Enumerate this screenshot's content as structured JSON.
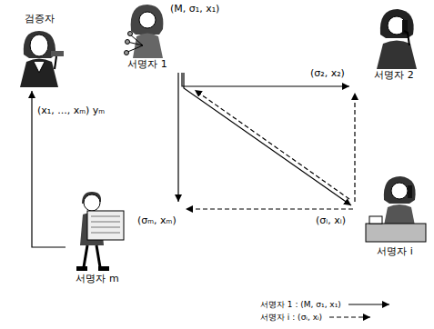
{
  "diagram": {
    "nodes": [
      {
        "text": [
          "검증자"
        ]
      },
      {
        "text": [
          "서명자 1"
        ]
      },
      {
        "text": [
          "서명자 2"
        ]
      },
      {
        "text": [
          "서명자 m"
        ]
      },
      {
        "text": [
          "서명자 i"
        ]
      }
    ],
    "edges": [
      {
        "from": 1,
        "to": 2,
        "arrow": "to"
      },
      {
        "from": 1,
        "to": 4,
        "arrow": "to"
      },
      {
        "from": 4,
        "to": 1,
        "arrow": "to"
      },
      {
        "from": 1,
        "to": 3,
        "arrow": "to"
      },
      {
        "from": 4,
        "to": 2,
        "arrow": "to"
      },
      {
        "from": 4,
        "to": 3,
        "arrow": "to"
      },
      {
        "from": 3,
        "to": 0,
        "arrow": "to",
        "label": "(x₁, ..., xₘ) yₘ"
      }
    ],
    "labels": [
      "(M, σ₁, x₁)",
      "(σ₂, x₂)",
      "(σᵢ, xᵢ)",
      "(σₘ, xₘ)"
    ],
    "legend": [
      {
        "text": "서명자 1 : (M, σ₁, x₁)"
      },
      {
        "text": "서명자 i : (σᵢ, xᵢ)"
      }
    ]
  }
}
